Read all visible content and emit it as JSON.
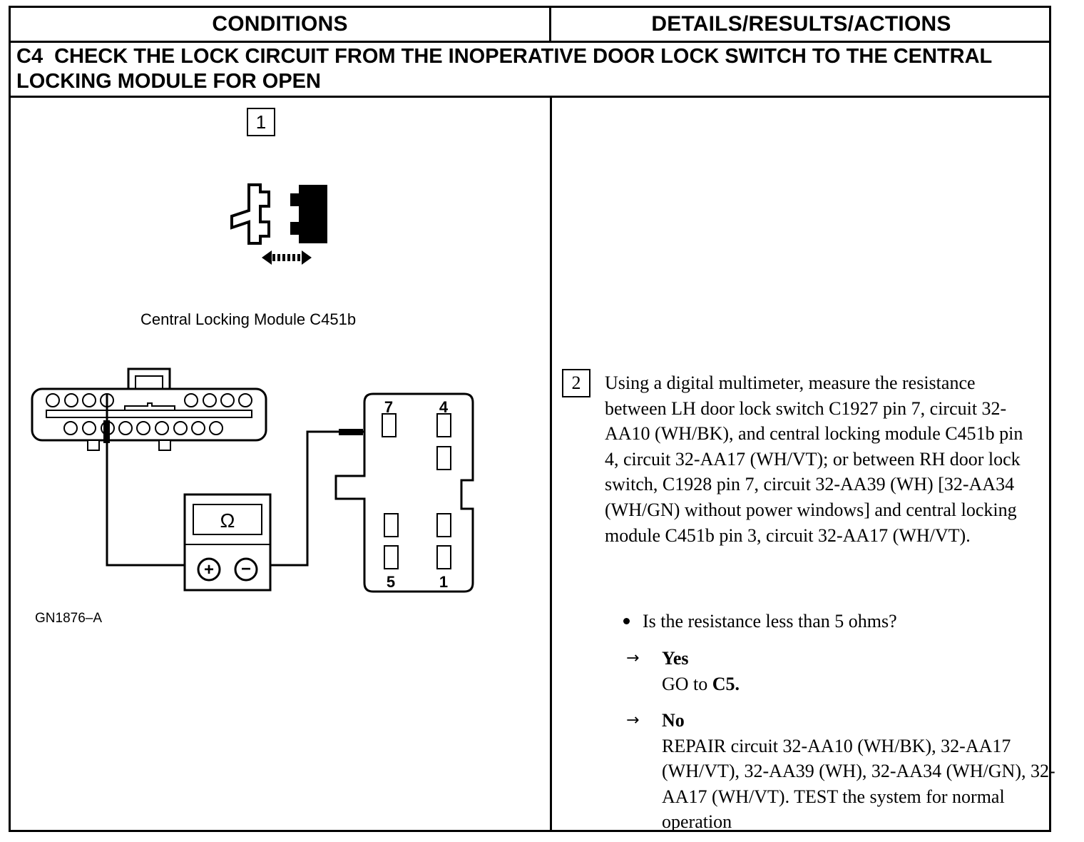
{
  "header": {
    "conditions": "CONDITIONS",
    "details": "DETAILS/RESULTS/ACTIONS"
  },
  "step": {
    "code": "C4",
    "title": "CHECK THE LOCK CIRCUIT FROM THE INOPERATIVE DOOR LOCK SWITCH TO THE CENTRAL LOCKING MODULE FOR OPEN"
  },
  "figure": {
    "step_number": "1",
    "caption": "Central Locking Module C451b",
    "figure_id": "GN1876–A",
    "meter_symbol": "Ω",
    "meter_plus": "+",
    "meter_minus": "−",
    "pins": {
      "top_left": "7",
      "top_right": "4",
      "bottom_left": "5",
      "bottom_right": "1"
    },
    "icons": [
      "connector-disconnect-icon",
      "double-arrow-icon",
      "multimeter-icon"
    ]
  },
  "details": {
    "step_number": "2",
    "instruction": "Using a digital multimeter, measure the resistance between LH door lock switch C1927 pin 7, circuit 32-AA10 (WH/BK), and central locking module C451b pin 4, circuit 32-AA17 (WH/VT); or between RH door lock switch, C1928 pin 7, circuit 32-AA39 (WH) [32-AA34 (WH/GN) without power windows] and central locking module C451b pin 3, circuit 32-AA17 (WH/VT).",
    "question": "Is the resistance less than 5 ohms?",
    "outcomes": {
      "yes": {
        "label": "Yes",
        "action_prefix": "GO to ",
        "action_target": "C5."
      },
      "no": {
        "label": "No",
        "action": "REPAIR circuit 32-AA10 (WH/BK), 32-AA17 (WH/VT), 32-AA39 (WH), 32-AA34 (WH/GN), 32-AA17 (WH/VT). TEST the system for normal operation"
      }
    }
  }
}
